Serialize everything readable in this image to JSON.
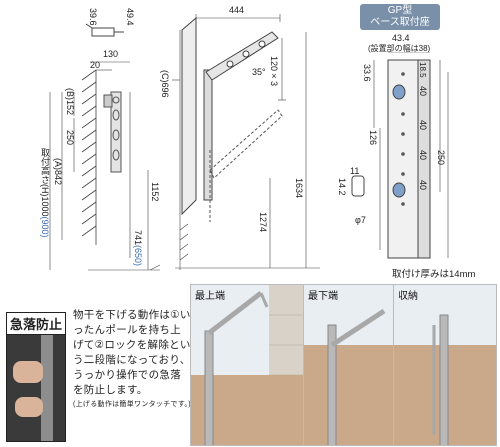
{
  "gp": {
    "badge_line1": "GP型",
    "badge_line2": "ベース取付座",
    "width": "43.4",
    "width_note": "(設置部の幅は38)",
    "d_33_6": "33.6",
    "d_18_5": "18.5",
    "d_40a": "40",
    "d_40b": "40",
    "d_40c": "40",
    "d_40d": "40",
    "d_126": "126",
    "d_250": "250",
    "d_14_2": "14.2",
    "d_11": "11",
    "d_phi7": "φ7",
    "thickness_note": "取付け厚みは14mm"
  },
  "side": {
    "d_39_6": "39.6",
    "d_49_4": "49.4",
    "d_130": "130",
    "d_20": "20",
    "d_152": "(B)152",
    "d_250": "250",
    "d_842": "(A)842",
    "install_height": "取付高さ(H)1000",
    "install_height_alt": "(900)",
    "d_1152": "1152",
    "d_741": "741",
    "d_741_alt": "(650)"
  },
  "front": {
    "d_444": "444",
    "d_696": "(C)696",
    "d_35": "35°",
    "d_120x3": "120×3",
    "d_1274": "1274",
    "d_1634": "1634"
  },
  "drop": {
    "title": "急落防止",
    "body": "物干を下げる動作は①いったんポールを持ち上げて②ロックを解除という二段階になっており、うっかり操作での急落を防止します。",
    "note": "(上げる動作は簡単ワンタッチです。)"
  },
  "photos": {
    "top": "最上端",
    "bottom": "最下端",
    "stowed": "収納"
  },
  "colors": {
    "accent": "#3b6fb5",
    "badge": "#7a8fa8",
    "metal": "#b9b9b9"
  }
}
